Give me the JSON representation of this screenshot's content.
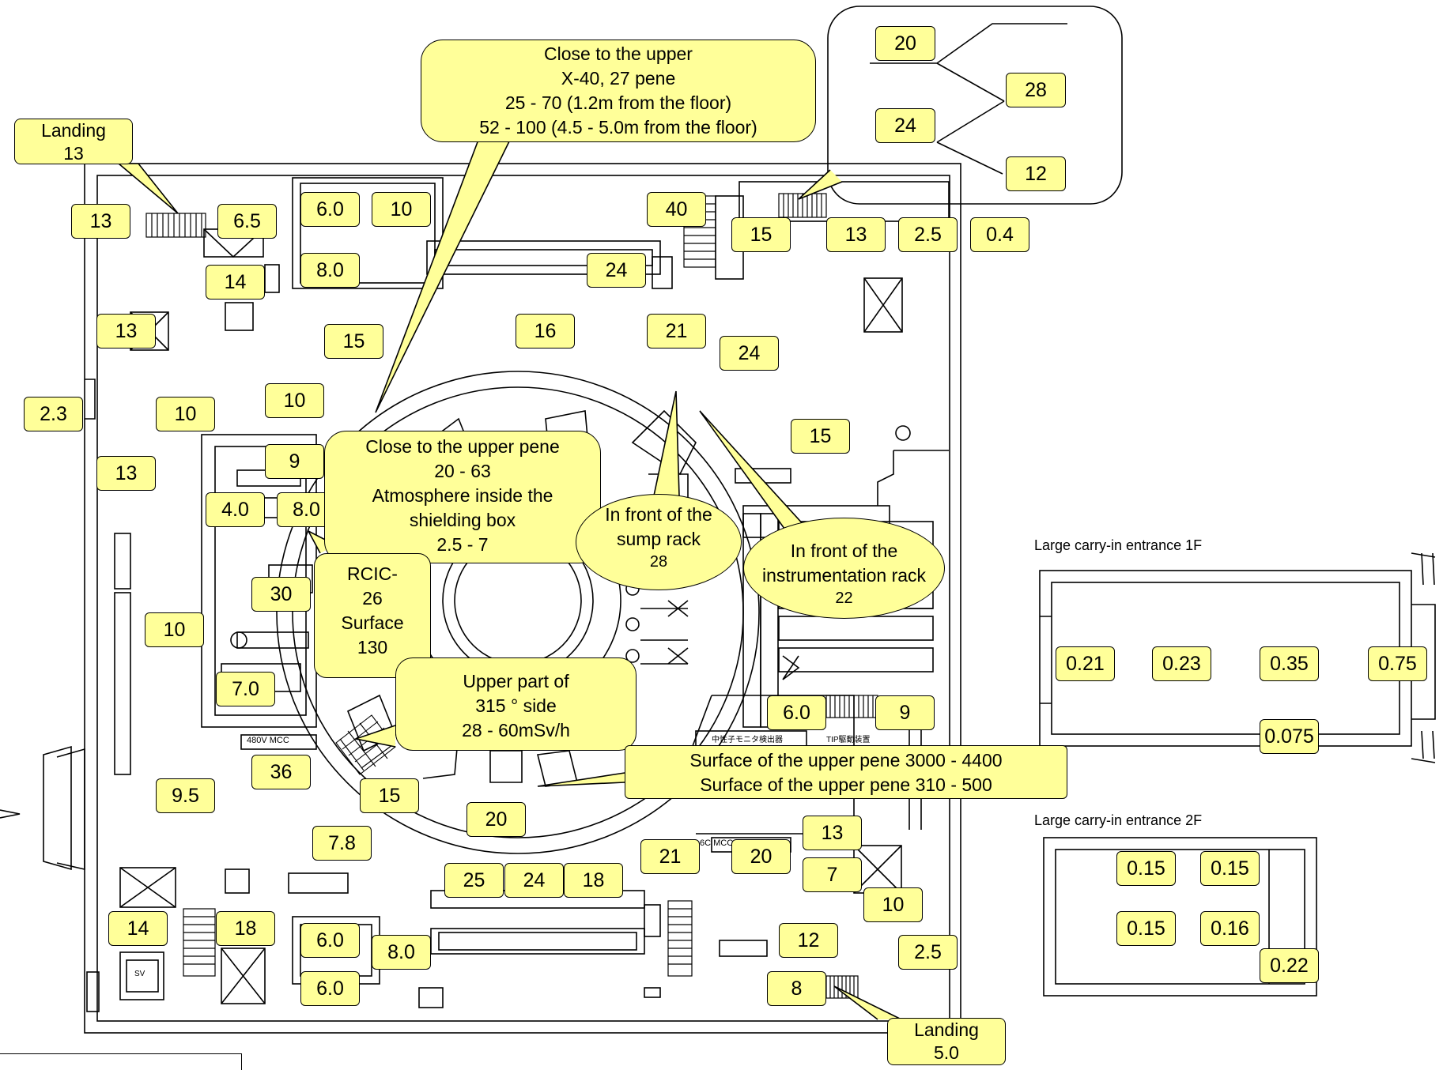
{
  "values": {
    "v_13_tl": "13",
    "v_6_5": "6.5",
    "v_6_0_top": "6.0",
    "v_10_top": "10",
    "v_8_0_top": "8.0",
    "v_14_top": "14",
    "v_40": "40",
    "v_24_top": "24",
    "v_15_topright": "15",
    "v_13_topright": "13",
    "v_2_5_topright": "2.5",
    "v_0_4": "0.4",
    "v_13_left": "13",
    "v_15_mid": "15",
    "v_16": "16",
    "v_21_top": "21",
    "v_24_right": "24",
    "v_2_3": "2.3",
    "v_10_left": "10",
    "v_10_mid": "10",
    "v_15_right": "15",
    "v_9_a": "9",
    "v_13_left2": "13",
    "v_4_0": "4.0",
    "v_8_0_mid": "8.0",
    "v_30": "30",
    "v_10_left2": "10",
    "v_7_0": "7.0",
    "v_36": "36",
    "v_9_5": "9.5",
    "v_15_bottom": "15",
    "v_20_bottom": "20",
    "v_7_8": "7.8",
    "v_6_0_right": "6.0",
    "v_9_right": "9",
    "v_13_bottom": "13",
    "v_21_bottom": "21",
    "v_20_bottom2": "20",
    "v_7": "7",
    "v_10_bottom": "10",
    "v_25": "25",
    "v_24_bottom": "24",
    "v_18_bottom": "18",
    "v_14_bottom": "14",
    "v_18_left": "18",
    "v_6_0_b1": "6.0",
    "v_8_0_b": "8.0",
    "v_6_0_b2": "6.0",
    "v_12": "12",
    "v_2_5_b": "2.5",
    "v_8_b": "8",
    "e1_0_21": "0.21",
    "e1_0_23": "0.23",
    "e1_0_35": "0.35",
    "e1_0_75": "0.75",
    "e1_0_075": "0.075",
    "e2_0_15a": "0.15",
    "e2_0_15b": "0.15",
    "e2_0_15c": "0.15",
    "e2_0_16": "0.16",
    "e2_0_22": "0.22",
    "in_20": "20",
    "in_28": "28",
    "in_24": "24",
    "in_12": "12"
  },
  "callouts": {
    "landing_top": [
      "Landing",
      "13"
    ],
    "upper_pene": [
      "Close to the upper",
      "X-40, 27 pene",
      "25 - 70 (1.2m from the floor)",
      "52 - 100 (4.5 - 5.0m from the floor)"
    ],
    "upper_pene2": [
      "Close to the upper pene",
      "20 - 63",
      "Atmosphere inside the",
      "shielding box",
      "2.5 - 7"
    ],
    "sump_rack": [
      "In front of the",
      "sump rack",
      "28"
    ],
    "instr_rack": [
      "In front of the",
      "instrumentation rack",
      "22"
    ],
    "rcic": [
      "RCIC-",
      "26",
      "Surface",
      "130"
    ],
    "upper_part": [
      "Upper part of",
      "315 ° side",
      "28 - 60mSv/h"
    ],
    "surface_pene": [
      "Surface of the upper pene  3000 - 4400",
      "Surface of the upper pene  310 - 500"
    ],
    "landing_bottom": [
      "Landing",
      "5.0"
    ]
  },
  "labels": {
    "entrance_1f": "Large carry-in entrance 1F",
    "entrance_2f": "Large carry-in entrance 2F",
    "mcc_480": "480V  MCC",
    "mcc_b": "6C  MCC",
    "jp_1": "中性子モニタ検出器",
    "jp_2": "TIP駆動装置",
    "sv": "SV"
  }
}
